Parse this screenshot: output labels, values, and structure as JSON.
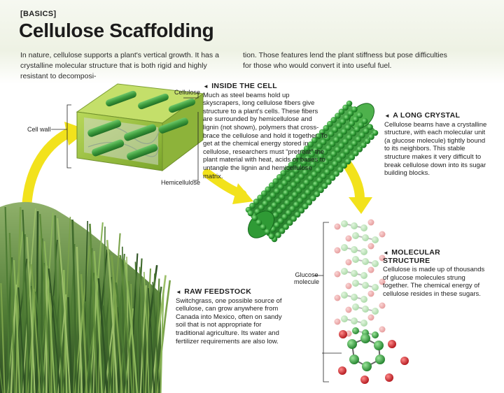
{
  "header": {
    "kicker": "[BASICS]",
    "title": "Cellulose Scaffolding",
    "intro_col1": "In nature, cellulose supports a plant's vertical growth. It has a crystalline molecular structure that is both rigid and highly resistant to decomposi-",
    "intro_col2": "tion. Those features lend the plant stiffness but pose difficulties for those who would convert it into useful fuel."
  },
  "labels": {
    "cellulose": "Cellulose",
    "cell_wall": "Cell wall",
    "hemicellulose": "Hemicellulose",
    "glucose_molecule": "Glucose molecule"
  },
  "callouts": {
    "inside_cell": {
      "heading": "INSIDE THE CELL",
      "body": "Much as steel beams hold up skyscrapers, long cellulose fibers give structure to a plant's cells. These fibers are surrounded by hemicellulose and lignin (not shown), polymers that cross-brace the cellulose and hold it together. To get at the chemical energy stored in cellulose, researchers must “pretreat” the plant material with heat, acids or bases to untangle the lignin and hemicellulose matrix."
    },
    "long_crystal": {
      "heading": "A LONG CRYSTAL",
      "body": "Cellulose beams have a crystalline structure, with each molecular unit (a glucose molecule) tightly bound to its neighbors. This stable structure makes it very difficult to break cellulose down into its sugar building blocks."
    },
    "molecular_structure": {
      "heading": "MOLECULAR STRUCTURE",
      "body": "Cellulose is made up of thousands of glucose molecules strung together. The chemical energy of cellulose resides in these sugars."
    },
    "raw_feedstock": {
      "heading": "RAW FEEDSTOCK",
      "body": "Switchgrass, one possible source of cellulose, can grow anywhere from Canada into Mexico, often on sandy soil that is not appropriate for traditional agriculture. Its water and fertilizer requirements are also low."
    }
  },
  "colors": {
    "cellulose_green": "#3c9a3c",
    "hemicellulose_green": "#9cc43a",
    "arrow_yellow": "#f2e21c",
    "oxygen_red": "#d8252a"
  }
}
